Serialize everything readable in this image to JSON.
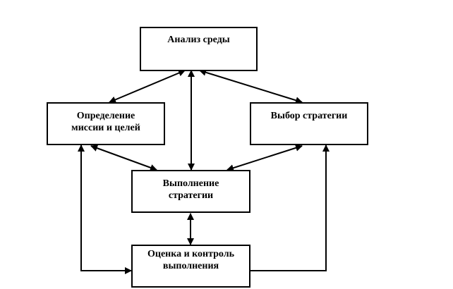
{
  "diagram": {
    "nodes": {
      "analysis": {
        "label": "Анализ среды"
      },
      "mission": {
        "label": "Определение\nмиссии и целей"
      },
      "choice": {
        "label": "Выбор стратегии"
      },
      "execution": {
        "label": "Выполнение\nстратегии"
      },
      "evaluation": {
        "label": "Оценка и контроль\nвыполнения"
      }
    },
    "connections": [
      {
        "from": "analysis",
        "to": "mission",
        "direction": "both"
      },
      {
        "from": "analysis",
        "to": "choice",
        "direction": "both"
      },
      {
        "from": "analysis",
        "to": "execution",
        "direction": "both"
      },
      {
        "from": "mission",
        "to": "execution",
        "direction": "both"
      },
      {
        "from": "choice",
        "to": "execution",
        "direction": "both"
      },
      {
        "from": "execution",
        "to": "evaluation",
        "direction": "both"
      },
      {
        "from": "mission",
        "to": "evaluation",
        "direction": "both"
      },
      {
        "from": "evaluation",
        "to": "choice",
        "direction": "to"
      }
    ]
  }
}
